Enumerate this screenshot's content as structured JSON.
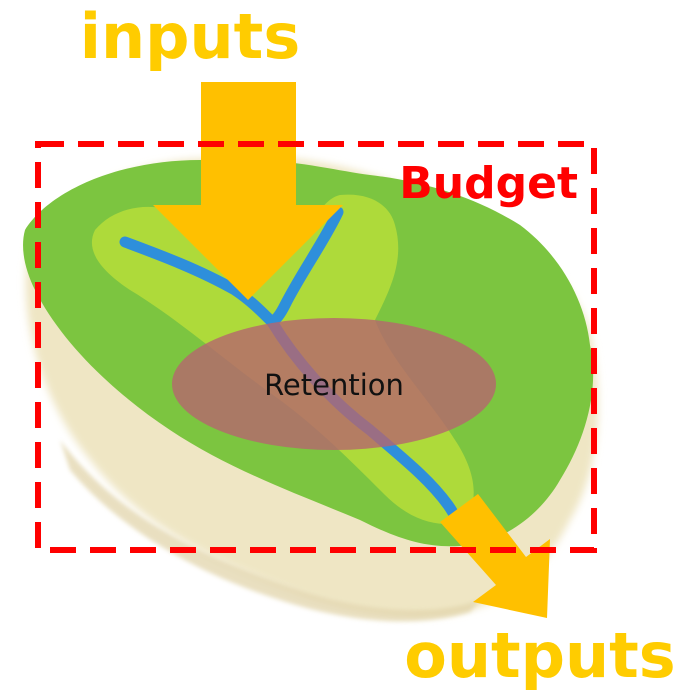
{
  "labels": {
    "inputs": "inputs",
    "outputs": "outputs",
    "budget": "Budget",
    "retention": "Retention"
  },
  "colors": {
    "arrow": "#FFC000",
    "label_text": "#FFCC00",
    "budget_box": "#FF0000",
    "retention_fill": "#B5656E",
    "land_green": "#7CC540",
    "land_light_green": "#B4DB3A",
    "stream": "#2E8FDB",
    "ground": "#EFE6C4"
  },
  "icons": {
    "watershed": "watershed-island-icon"
  }
}
